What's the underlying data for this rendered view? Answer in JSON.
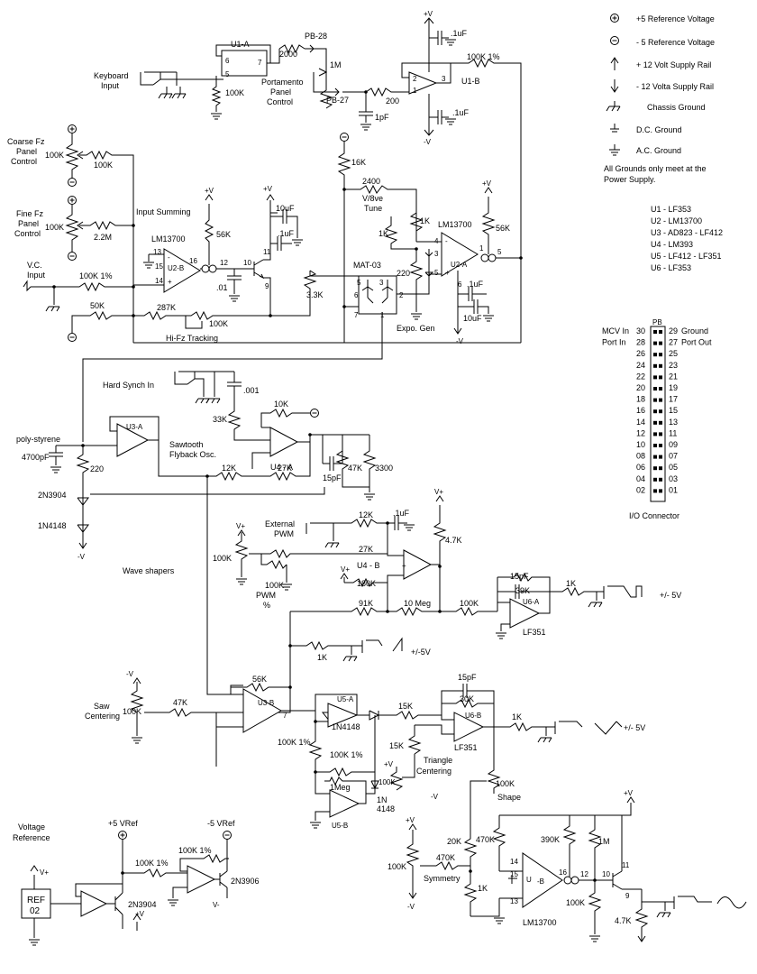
{
  "legend": {
    "items": [
      {
        "symbol": "+",
        "label": "+5 Reference Voltage"
      },
      {
        "symbol": "-",
        "label": "- 5 Reference Voltage"
      },
      {
        "symbol": "+V",
        "label": "+ 12 Volt Supply Rail"
      },
      {
        "symbol": "-V",
        "label": "- 12 Volta Supply Rail"
      },
      {
        "symbol": "chassis",
        "label": "Chassis Ground"
      },
      {
        "symbol": "dc",
        "label": "D.C. Ground"
      },
      {
        "symbol": "ac",
        "label": "A.C. Ground"
      }
    ],
    "note_line1": "All Grounds only meet at the",
    "note_line2": "Power Supply."
  },
  "parts_list": [
    "U1 - LF353",
    "U2 - LM13700",
    "U3 - AD823 - LF412",
    "U4 - LM393",
    "U5 - LF412 - LF351",
    "U6 - LF353"
  ],
  "connector": {
    "header": "PB",
    "title": "I/O Connector",
    "rows": [
      {
        "left": "30",
        "right": "29",
        "left_label": "MCV In",
        "right_label": "Ground"
      },
      {
        "left": "28",
        "right": "27",
        "left_label": "Port In",
        "right_label": "Port Out"
      },
      {
        "left": "26",
        "right": "25",
        "left_label": "",
        "right_label": ""
      },
      {
        "left": "24",
        "right": "23",
        "left_label": "",
        "right_label": ""
      },
      {
        "left": "22",
        "right": "21",
        "left_label": "",
        "right_label": ""
      },
      {
        "left": "20",
        "right": "19",
        "left_label": "",
        "right_label": ""
      },
      {
        "left": "18",
        "right": "17",
        "left_label": "",
        "right_label": ""
      },
      {
        "left": "16",
        "right": "15",
        "left_label": "",
        "right_label": ""
      },
      {
        "left": "14",
        "right": "13",
        "left_label": "",
        "right_label": ""
      },
      {
        "left": "12",
        "right": "11",
        "left_label": "",
        "right_label": ""
      },
      {
        "left": "10",
        "right": "09",
        "left_label": "",
        "right_label": ""
      },
      {
        "left": "08",
        "right": "07",
        "left_label": "",
        "right_label": ""
      },
      {
        "left": "06",
        "right": "05",
        "left_label": "",
        "right_label": ""
      },
      {
        "left": "04",
        "right": "03",
        "left_label": "",
        "right_label": ""
      },
      {
        "left": "02",
        "right": "01",
        "left_label": "",
        "right_label": ""
      }
    ]
  },
  "labels": {
    "keyboard_input": [
      "Keyboard",
      "Input"
    ],
    "portamento": [
      "Portamento",
      "Panel",
      "Control"
    ],
    "coarse_fz": [
      "Coarse Fz",
      "Panel",
      "Control"
    ],
    "fine_fz": [
      "Fine Fz",
      "Panel",
      "Control"
    ],
    "vc_input": [
      "V.C.",
      "Input"
    ],
    "input_summing": "Input Summing",
    "v8ve_tune": [
      "V/8ve",
      "Tune"
    ],
    "expo_gen": "Expo. Gen",
    "hifz_tracking": "Hi-Fz Tracking",
    "mat03": "MAT-03",
    "hard_synch": "Hard Synch In",
    "polystyrene": "poly-styrene",
    "sawtooth": [
      "Sawtooth",
      "Flyback Osc."
    ],
    "wave_shapers": "Wave shapers",
    "external_pwm": [
      "External",
      "PWM"
    ],
    "pwm_pct": [
      "PWM",
      "%"
    ],
    "saw_centering": [
      "Saw",
      "Centering"
    ],
    "triangle_centering": [
      "Triangle",
      "Centering"
    ],
    "shape": "Shape",
    "symmetry": "Symmetry",
    "voltage_reference": [
      "Voltage",
      "Reference"
    ],
    "ref02": [
      "REF",
      "02"
    ],
    "plus5vref": "+5 VRef",
    "minus5vref": "-5 VRef",
    "out_pm5v": "+/- 5V",
    "out_pm5v_b": "+/-5V",
    "out_pm5v_c": "+/- 5V"
  },
  "ics": {
    "u1a": "U1-A",
    "u1b": "U1-B",
    "u2a": "U2-A",
    "u2b": "U2-B",
    "u3a": "U3-A",
    "u3b": "U3-B",
    "u4a": "U4 - A",
    "u4b": "U4 - B",
    "u5a": "U5-A",
    "u5b": "U5-B",
    "u6a": "U6-A",
    "u6b": "U6-B",
    "lm13700": "LM13700",
    "lf351": "LF351",
    "n2n3904": "2N3904",
    "n2n3906": "2N3906",
    "d1n4148": "1N4148",
    "d1n4148_b": "1N",
    "d1n4148_c": "4148"
  },
  "components": {
    "pb28": "PB-28",
    "pb27": "PB-27",
    "r2000": "2000",
    "r1m": "1M",
    "r200": "200",
    "c1uf_a": ".1uF",
    "c1uf_b": ".1uF",
    "c1uf_c": "1pF",
    "r100k1_a": "100K 1%",
    "r100k_kb": "100K",
    "r100k_c1": "100K",
    "r100k_c2": "100K",
    "r100k_f": "100K",
    "r22m": "2.2M",
    "r100k1_vc": "100K 1%",
    "r50k": "50K",
    "r287k": "287K",
    "r100k_hifz": "100K",
    "r56k_a": "56K",
    "c01": ".01",
    "c10uf_a": "10uF",
    "c1uf_d": ".1uF",
    "r16k": "16K",
    "r2400": "2400",
    "r1k_t": "1K",
    "r1k_e": "1K",
    "r220_e": "220",
    "r33k": "3.3K",
    "r56k_b": "56K",
    "c1uf_e": ".1uF",
    "c10uf_b": "10uF",
    "c001": ".001",
    "r33k_b": "33K",
    "r10k_a": "10K",
    "c4700": "4700pF",
    "r220_b": "220",
    "r12k_a": "12K",
    "r27k_a": "27K",
    "c15pf_a": "15pF",
    "r47k_a": "47K",
    "r3300": "3300",
    "r12k_b": "12K",
    "c1uf_f": ".1uF",
    "r47k_b": "4.7K",
    "r27k_b": "27K",
    "r100k_pw": "100K",
    "r100k_pw2": "100K",
    "r180k": "180K",
    "r91k": "91K",
    "r10meg": "10 Meg",
    "r100k_u6": "100K",
    "c15pf_b": "15pF",
    "r39k": "39K",
    "r1k_u6": "1K",
    "r1k_saw": "1K",
    "r56k_c": "56K",
    "r47k_c": "47K",
    "r100k_saw": "100K",
    "r15k_a": "15K",
    "c15pf_c": "15pF",
    "r30k": "30K",
    "r1k_u6b": "1K",
    "r100k1_u5": "100K 1%",
    "r100k1_u5b": "100K 1%",
    "r1meg": "1Meg",
    "r15k_b": "15K",
    "r100k_tri": "100K",
    "r100k_shape": "100K",
    "r20k": "20K",
    "r470k_a": "470K",
    "r390k": "390K",
    "r1m_b": "1M",
    "r470k_b": "470K",
    "r100k_sym": "100K",
    "r1k_sym": "1K",
    "r100k_bot": "100K",
    "r47k_bot": "4.7K",
    "r100k1_ref_a": "100K 1%",
    "r100k1_ref_b": "100K 1%"
  }
}
